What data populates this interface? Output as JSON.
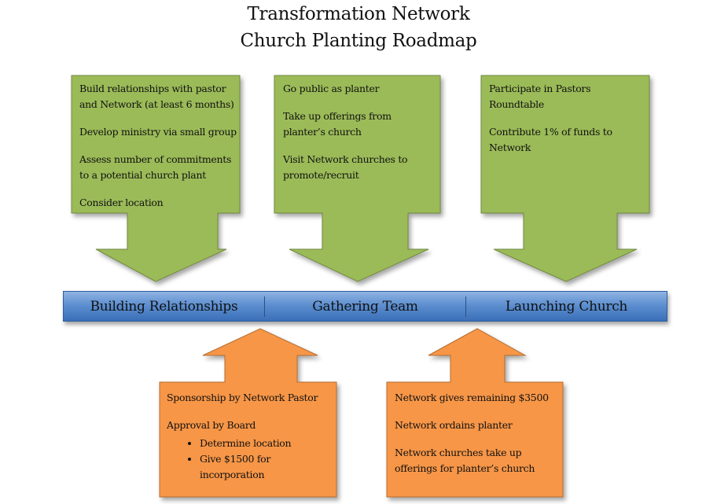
{
  "title": {
    "line1": "Transformation Network",
    "line2": "Church Planting Roadmap"
  },
  "top_boxes": [
    {
      "items": [
        "Build relationships with pastor and Network (at least 6 months)",
        "Develop ministry via small group",
        "Assess number of commitments to a potential church plant",
        "Consider location"
      ]
    },
    {
      "items": [
        "Go public as planter",
        "Take up offerings from planter’s church",
        "Visit Network churches to promote/recruit"
      ]
    },
    {
      "items": [
        "Participate in Pastors Roundtable",
        "Contribute 1% of funds to Network"
      ]
    }
  ],
  "stages": [
    "Building Relationships",
    "Gathering Team",
    "Launching Church"
  ],
  "bottom_boxes": [
    {
      "items": [
        "Sponsorship by Network Pastor",
        "Approval by Board"
      ],
      "subitems": [
        "Determine location",
        "Give $1500 for incorporation"
      ]
    },
    {
      "items": [
        "Network gives remaining $3500",
        "Network ordains planter",
        "Network churches take up offerings for planter’s church"
      ]
    }
  ],
  "colors": {
    "green_fill": "#9bbb59",
    "green_border": "#71893f",
    "orange_fill": "#f79646",
    "orange_border": "#b66d31",
    "bar_fill": "#4f81bd"
  }
}
